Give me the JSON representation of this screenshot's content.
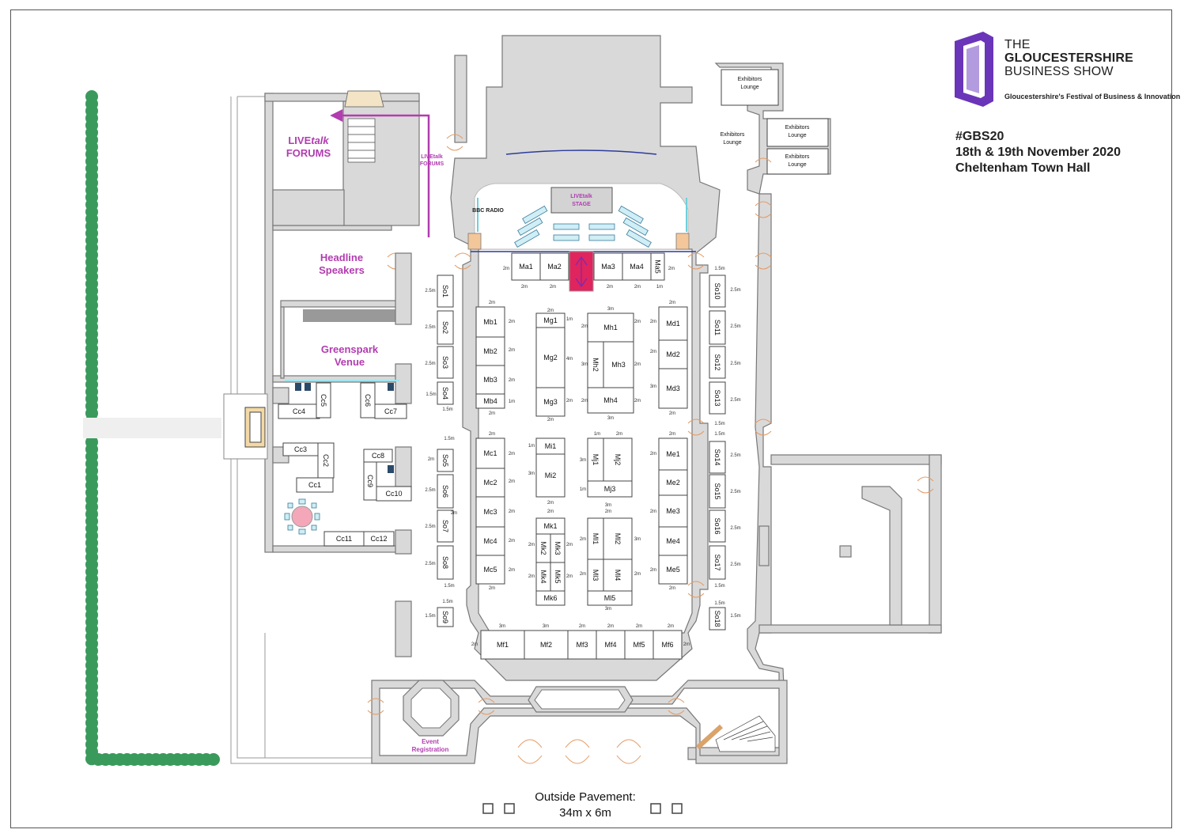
{
  "header": {
    "logo_line1": "THE",
    "logo_line2": "GLOUCESTERSHIRE",
    "logo_line3": "BUSINESS SHOW",
    "tagline": "Gloucestershire's Festival of Business & Innovation",
    "hashtag": "#GBS20",
    "dates": "18th & 19th November 2020",
    "venue": "Cheltenham Town Hall"
  },
  "colors": {
    "zone_label": "#b23cb0",
    "route_dots": "#3a9a5b",
    "wall": "#d9d9d9",
    "logo": "#6a35b8",
    "stage_feature": "#e0245e"
  },
  "zones": {
    "livetalk_forums_a": "LIVE",
    "livetalk_forums_b": "talk",
    "livetalk_forums_c": "FORUMS",
    "livetalk_forums_small": "LIVEtalk",
    "livetalk_forums_small2": "FORUMS",
    "stage_a": "LIVEtalk",
    "stage_b": "STAGE",
    "headline_a": "Headline",
    "headline_b": "Speakers",
    "greenspark_a": "Greenspark",
    "greenspark_b": "Venue",
    "registration_a": "Event",
    "registration_b": "Registration",
    "radio": "BBC RADIO"
  },
  "lounges": {
    "a1": "Exhibitors",
    "a2": "Lounge"
  },
  "pavement": {
    "line1": "Outside Pavement:",
    "line2": "34m x 6m"
  },
  "stands": {
    "Ma1": "Ma1",
    "Ma2": "Ma2",
    "Ma3": "Ma3",
    "Ma4": "Ma4",
    "Ma5": "Ma5",
    "So1": "So1",
    "So2": "So2",
    "So3": "So3",
    "So4": "So4",
    "So5": "So5",
    "So6": "So6",
    "So7": "So7",
    "So8": "So8",
    "So9": "So9",
    "So10": "So10",
    "So11": "So11",
    "So12": "So12",
    "So13": "So13",
    "So14": "So14",
    "So15": "So15",
    "So16": "So16",
    "So17": "So17",
    "So18": "So18",
    "Mb1": "Mb1",
    "Mb2": "Mb2",
    "Mb3": "Mb3",
    "Mb4": "Mb4",
    "Mg1": "Mg1",
    "Mg2": "Mg2",
    "Mg3": "Mg3",
    "Mh1": "Mh1",
    "Mh2": "Mh2",
    "Mh3": "Mh3",
    "Mh4": "Mh4",
    "Md1": "Md1",
    "Md2": "Md2",
    "Md3": "Md3",
    "Mc1": "Mc1",
    "Mc2": "Mc2",
    "Mc3": "Mc3",
    "Mc4": "Mc4",
    "Mc5": "Mc5",
    "Mi1": "Mi1",
    "Mi2": "Mi2",
    "Mj1": "Mj1",
    "Mj2": "Mj2",
    "Mj3": "Mj3",
    "Me1": "Me1",
    "Me2": "Me2",
    "Me3": "Me3",
    "Me4": "Me4",
    "Me5": "Me5",
    "Mk1": "Mk1",
    "Mk2": "Mk2",
    "Mk3": "Mk3",
    "Mk4": "Mk4",
    "Mk5": "Mk5",
    "Mk6": "Mk6",
    "Ml1": "Ml1",
    "Ml2": "Ml2",
    "Ml3": "Ml3",
    "Ml4": "Ml4",
    "Ml5": "Ml5",
    "Mf1": "Mf1",
    "Mf2": "Mf2",
    "Mf3": "Mf3",
    "Mf4": "Mf4",
    "Mf5": "Mf5",
    "Mf6": "Mf6",
    "Cc1": "Cc1",
    "Cc2": "Cc2",
    "Cc3": "Cc3",
    "Cc4": "Cc4",
    "Cc5": "Cc5",
    "Cc6": "Cc6",
    "Cc7": "Cc7",
    "Cc8": "Cc8",
    "Cc9": "Cc9",
    "Cc10": "Cc10",
    "Cc11": "Cc11",
    "Cc12": "Cc12"
  },
  "dims": {
    "d1": "1m",
    "d15": "1.5m",
    "d2": "2m",
    "d25": "2.5m",
    "d3": "3m",
    "d4": "4m"
  }
}
